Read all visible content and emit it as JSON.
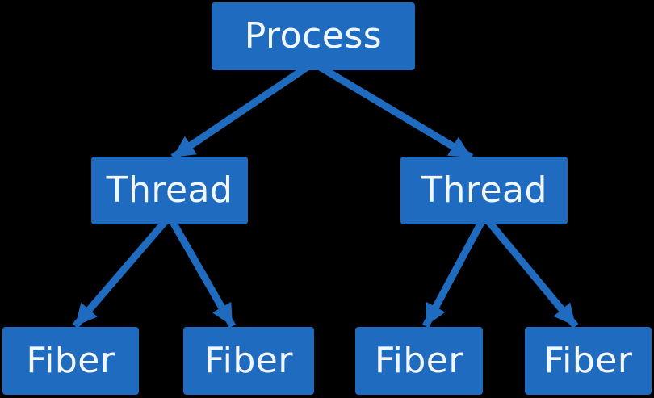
{
  "diagram": {
    "type": "tree",
    "colors": {
      "background": "#000000",
      "node_fill": "#1e6bbf",
      "node_text": "#f2f7fd",
      "arrow": "#1e6bbf"
    },
    "nodes": {
      "process": {
        "label": "Process",
        "level": 1
      },
      "thread_left": {
        "label": "Thread",
        "level": 2
      },
      "thread_right": {
        "label": "Thread",
        "level": 2
      },
      "fiber_1": {
        "label": "Fiber",
        "level": 3
      },
      "fiber_2": {
        "label": "Fiber",
        "level": 3
      },
      "fiber_3": {
        "label": "Fiber",
        "level": 3
      },
      "fiber_4": {
        "label": "Fiber",
        "level": 3
      }
    },
    "edges": [
      {
        "from": "process",
        "to": "thread_left"
      },
      {
        "from": "process",
        "to": "thread_right"
      },
      {
        "from": "thread_left",
        "to": "fiber_1"
      },
      {
        "from": "thread_left",
        "to": "fiber_2"
      },
      {
        "from": "thread_right",
        "to": "fiber_3"
      },
      {
        "from": "thread_right",
        "to": "fiber_4"
      }
    ]
  }
}
